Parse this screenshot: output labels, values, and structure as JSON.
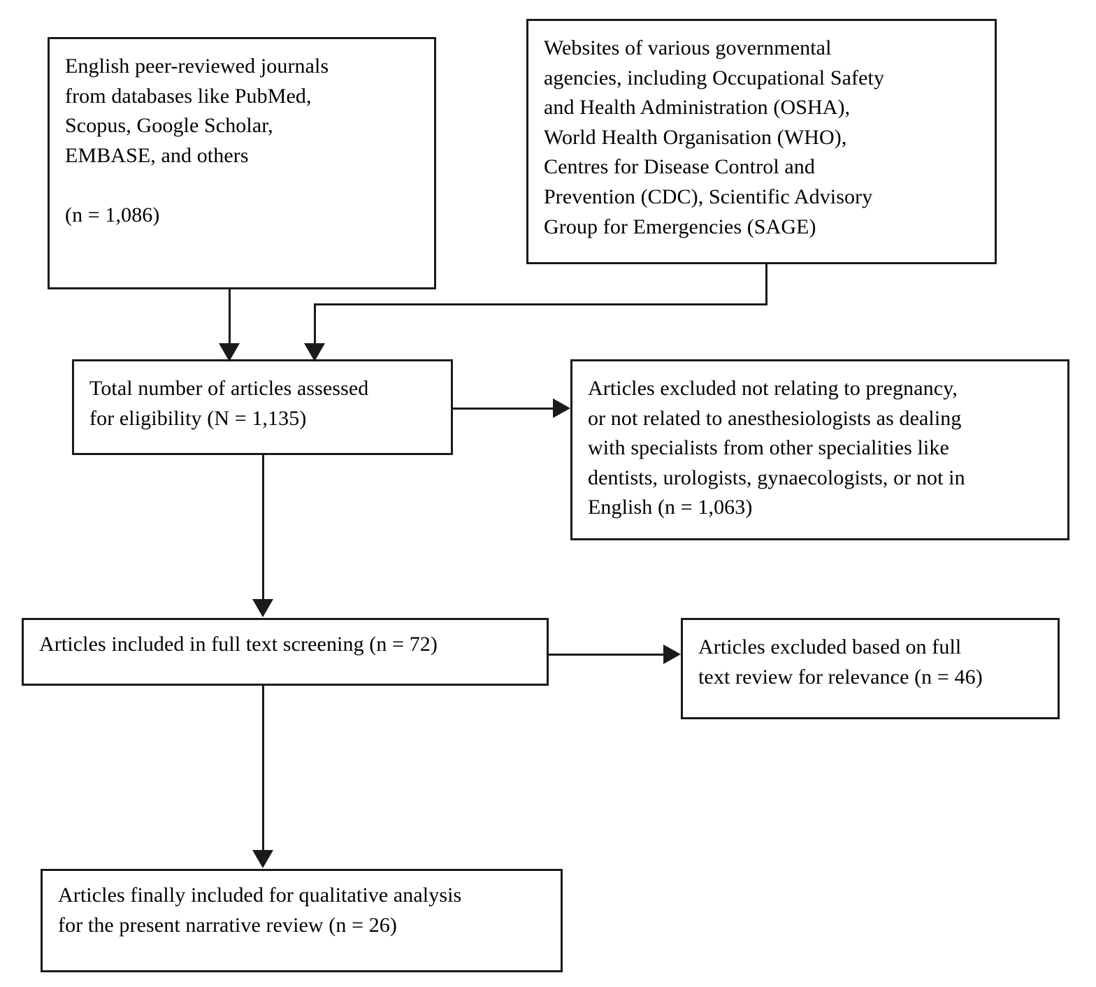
{
  "diagram": {
    "title": "PRISMA-style article selection flow diagram",
    "type": "flowchart",
    "stroke_color": "#1a1a1a",
    "background_color": "#ffffff",
    "nodes": {
      "journals_source": {
        "id": "journals-source",
        "text": "English peer-reviewed journals\nfrom databases like PubMed,\nScopus, Google Scholar,\nEMBASE, and others\n\n(n = 1,086)",
        "count_label": "(n = 1,086)",
        "count": 1086
      },
      "websites_source": {
        "id": "websites-source",
        "text": "Websites of various governmental\nagencies, including Occupational Safety\nand Health Administration (OSHA),\nWorld Health Organisation (WHO),\nCentres for Disease Control and\nPrevention (CDC), Scientific Advisory\nGroup for Emergencies (SAGE)"
      },
      "eligibility": {
        "id": "eligibility-assessed",
        "text": "Total number of articles assessed\nfor eligibility (N = 1,135)",
        "count_label": "N = 1,135",
        "count": 1135
      },
      "excluded_screening": {
        "id": "excluded-screening",
        "text": "Articles excluded not relating to pregnancy,\nor not related to anesthesiologists as dealing\nwith specialists from other specialities like\ndentists, urologists, gynaecologists, or not in\nEnglish (n = 1,063)",
        "count_label": "n = 1,063",
        "count": 1063
      },
      "full_text": {
        "id": "full-text-screening",
        "text": "Articles included in full text screening (n = 72)",
        "count_label": "n = 72",
        "count": 72
      },
      "excluded_fulltext": {
        "id": "excluded-full-text",
        "text": "Articles excluded based on full\ntext review for relevance (n = 46)",
        "count_label": "n = 46",
        "count": 46
      },
      "final_included": {
        "id": "final-included",
        "text": "Articles finally included for qualitative analysis\nfor the present narrative review (n = 26)",
        "count_label": "n = 26",
        "count": 26
      }
    },
    "connectors": [
      {
        "id": "journals-to-eligibility",
        "from": "journals_source",
        "to": "eligibility",
        "kind": "vertical-arrow"
      },
      {
        "id": "websites-to-eligibility",
        "from": "websites_source",
        "to": "eligibility",
        "kind": "elbow-arrow"
      },
      {
        "id": "eligibility-to-excluded",
        "from": "eligibility",
        "to": "excluded_screening",
        "kind": "horizontal-arrow"
      },
      {
        "id": "eligibility-to-fulltext",
        "from": "eligibility",
        "to": "full_text",
        "kind": "vertical-arrow"
      },
      {
        "id": "fulltext-to-excluded",
        "from": "full_text",
        "to": "excluded_fulltext",
        "kind": "horizontal-arrow"
      },
      {
        "id": "fulltext-to-final",
        "from": "full_text",
        "to": "final_included",
        "kind": "vertical-arrow"
      }
    ]
  }
}
